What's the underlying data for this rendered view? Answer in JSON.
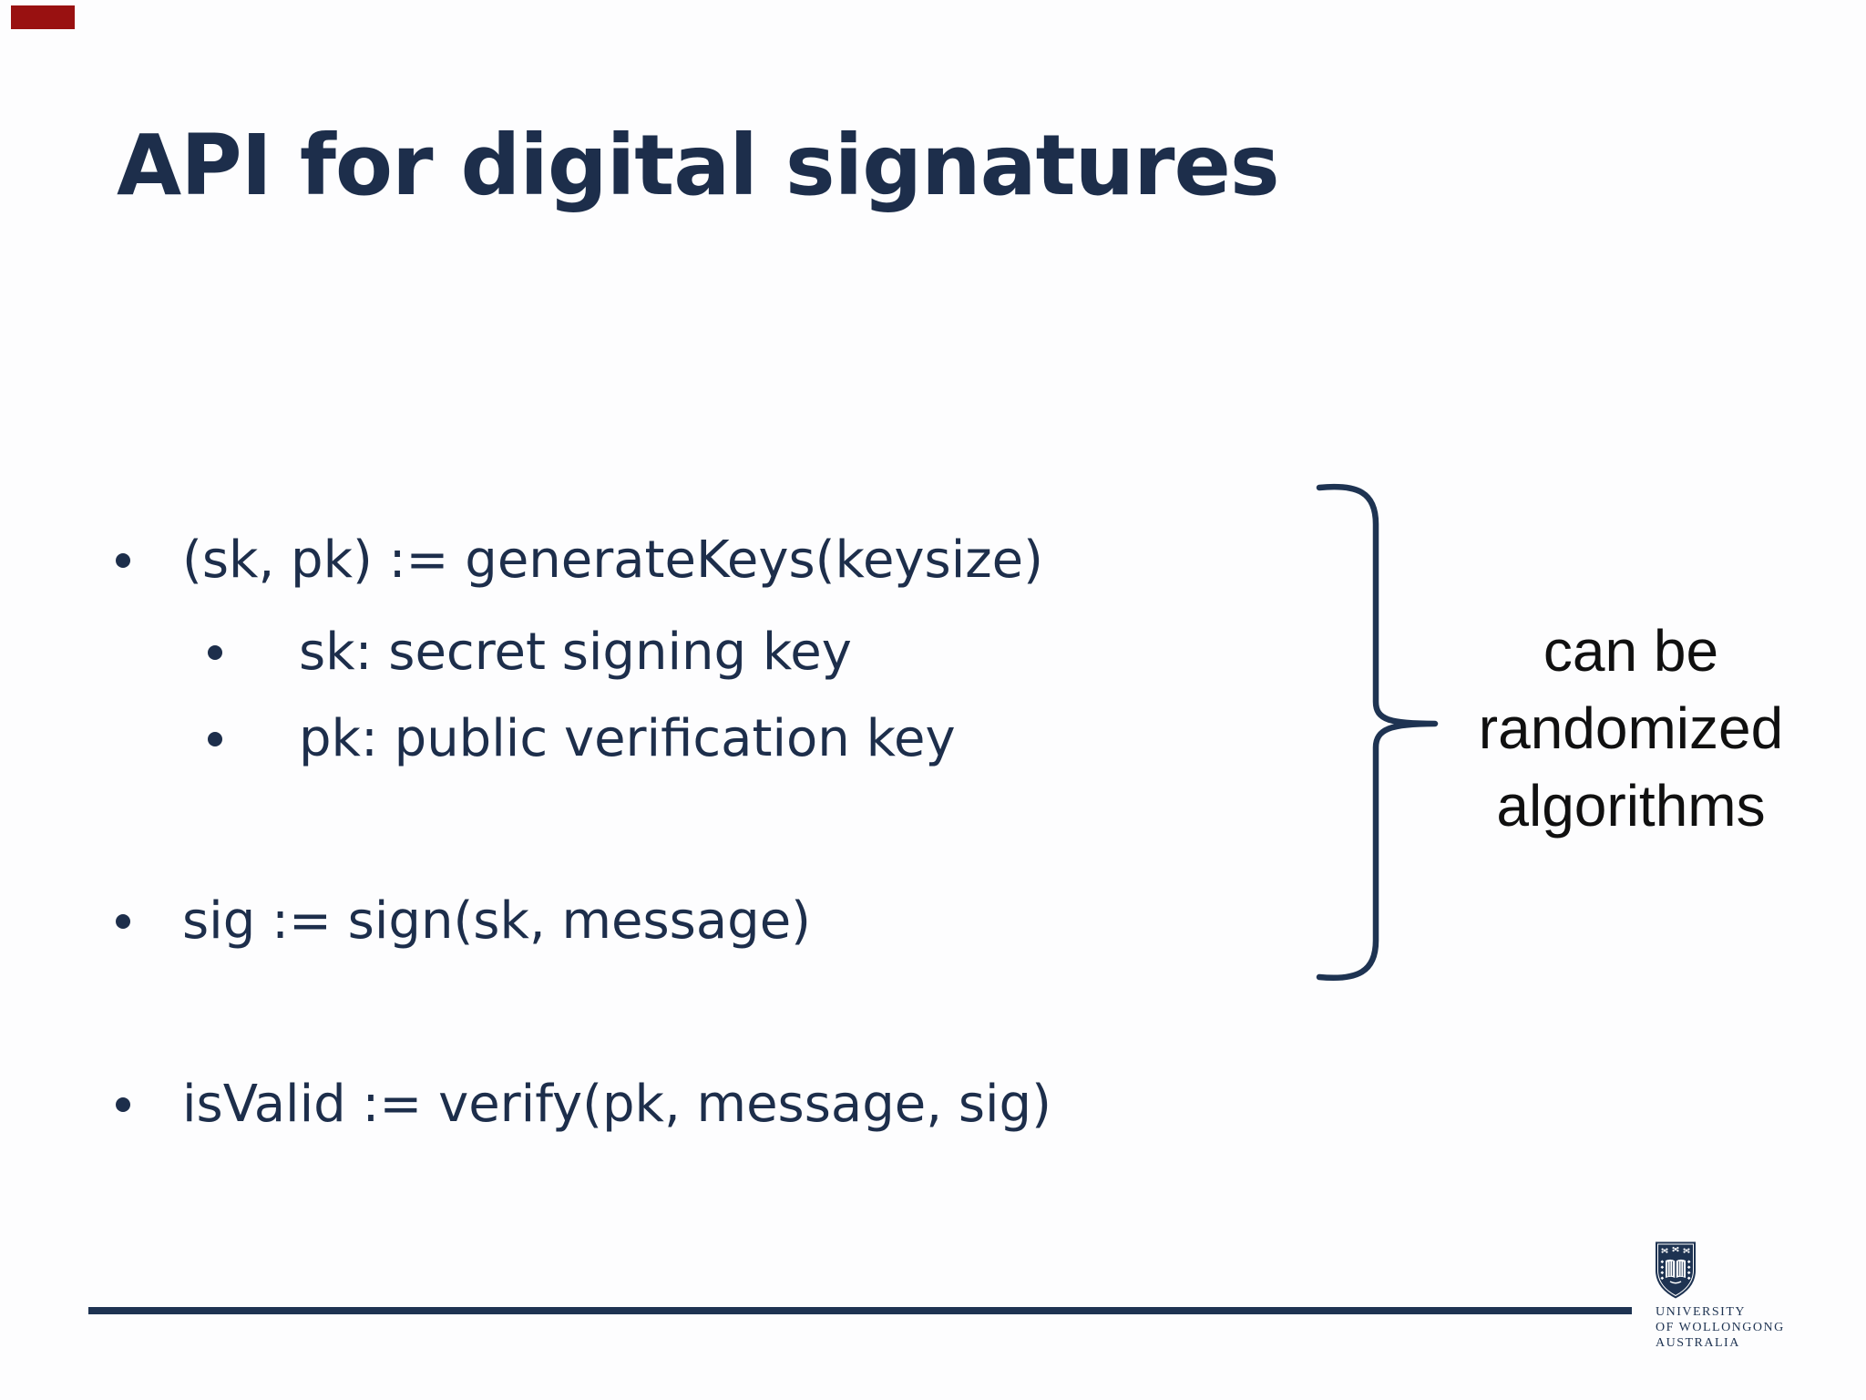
{
  "slide": {
    "title": "API for digital signatures",
    "bullets": [
      {
        "level": 1,
        "text": "(sk, pk) := generateKeys(keysize)"
      },
      {
        "level": 2,
        "text": "sk: secret signing key"
      },
      {
        "level": 2,
        "text": "pk: public verification key"
      },
      {
        "level": 1,
        "text": "sig := sign(sk, message)"
      },
      {
        "level": 1,
        "text": "isValid := verify(pk, message, sig)"
      }
    ],
    "annotation": {
      "lines": [
        "can be",
        "randomized",
        "algorithms"
      ],
      "brace_icon": "right-curly-brace"
    },
    "footer": {
      "logo_icon": "uow-crest-shield",
      "logo_lines": [
        "UNIVERSITY",
        "OF WOLLONGONG",
        "AUSTRALIA"
      ]
    },
    "colors": {
      "text_navy": "#1d2e4b",
      "accent_navy": "#1e3352",
      "annotation_black": "#101010",
      "corner_red": "#991111",
      "background": "#fdfdfe"
    }
  }
}
